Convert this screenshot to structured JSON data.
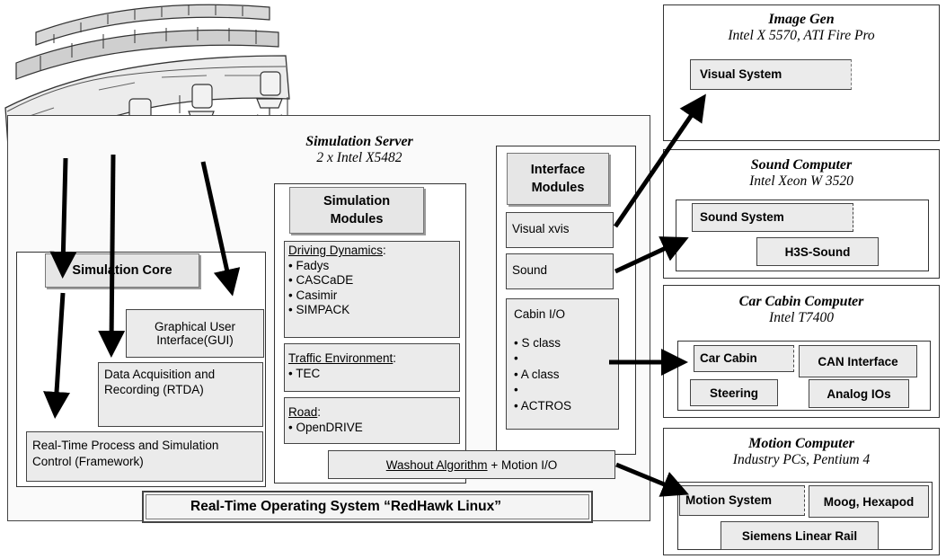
{
  "server": {
    "title": "Simulation Server",
    "subtitle": "2 x Intel X5482",
    "core": {
      "label": "Simulation Core",
      "gui": "Graphical User Interface(GUI)",
      "daq": "Data Acquisition and Recording (RTDA)",
      "framework": "Real-Time Process and Simulation Control (Framework)"
    },
    "modules": {
      "label": "Simulation Modules",
      "driving": {
        "heading": "Driving Dynamics",
        "items": [
          "Fadys",
          "CASCaDE",
          "Casimir",
          "SIMPACK"
        ]
      },
      "traffic": {
        "heading": "Traffic Environment",
        "items": [
          "TEC"
        ]
      },
      "road": {
        "heading": "Road",
        "items": [
          "OpenDRIVE"
        ]
      }
    },
    "interface": {
      "label": "Interface Modules",
      "visual": "Visual xvis",
      "sound": "Sound",
      "cabin": {
        "heading": "Cabin I/O",
        "items": [
          "S class",
          "",
          "A class",
          "",
          "ACTROS"
        ]
      }
    },
    "washout": {
      "link": "Washout Algorithm",
      "rest": "+ Motion I/O"
    },
    "os": "Real-Time Operating System “RedHawk Linux”"
  },
  "image_gen": {
    "title": "Image Gen",
    "subtitle": "Intel X 5570, ATI Fire Pro",
    "visual_system": "Visual System"
  },
  "sound_computer": {
    "title": "Sound Computer",
    "subtitle": "Intel Xeon W 3520",
    "sound_system": "Sound System",
    "h3s": "H3S-Sound"
  },
  "cabin_computer": {
    "title": "Car Cabin Computer",
    "subtitle": "Intel T7400",
    "car_cabin": "Car Cabin",
    "can": "CAN Interface",
    "steering": "Steering",
    "analog": "Analog IOs"
  },
  "motion_computer": {
    "title": "Motion Computer",
    "subtitle": "Industry PCs, Pentium 4",
    "motion_system": "Motion System",
    "moog": "Moog, Hexapod",
    "siemens": "Siemens Linear Rail"
  }
}
